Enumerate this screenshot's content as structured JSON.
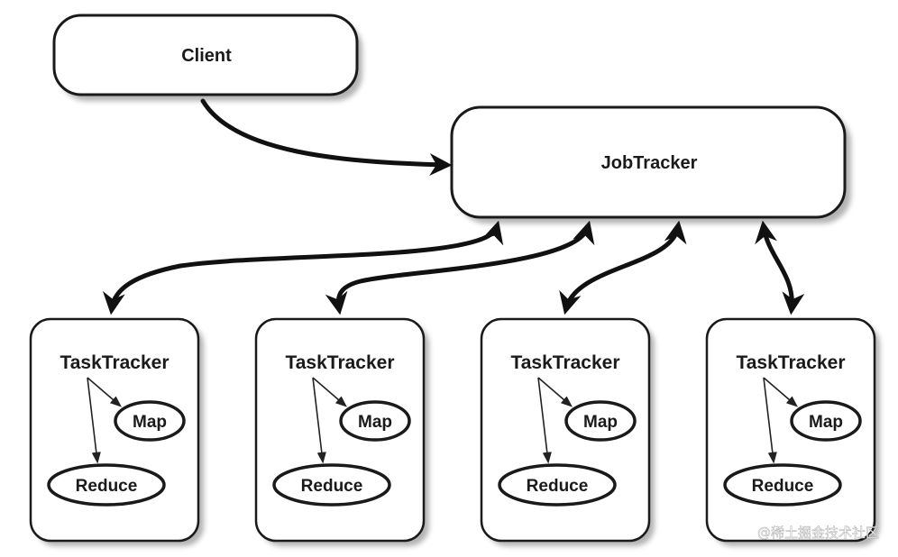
{
  "client": {
    "label": "Client"
  },
  "jobtracker": {
    "label": "JobTracker"
  },
  "tasktrackers": [
    {
      "label": "TaskTracker",
      "map_label": "Map",
      "reduce_label": "Reduce"
    },
    {
      "label": "TaskTracker",
      "map_label": "Map",
      "reduce_label": "Reduce"
    },
    {
      "label": "TaskTracker",
      "map_label": "Map",
      "reduce_label": "Reduce"
    },
    {
      "label": "TaskTracker",
      "map_label": "Map",
      "reduce_label": "Reduce"
    }
  ],
  "watermark": {
    "text": "@稀土掘金技术社区"
  }
}
